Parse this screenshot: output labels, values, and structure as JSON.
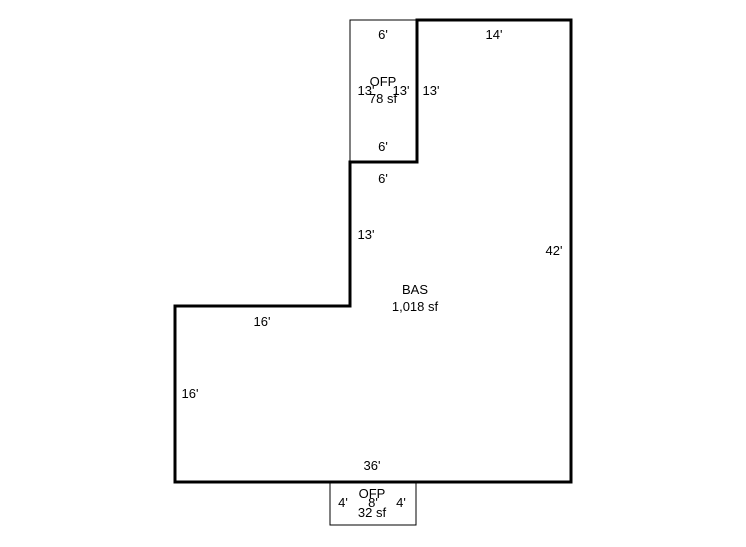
{
  "areas": [
    {
      "id": "bas",
      "code": "BAS",
      "size": "1,018 sf"
    },
    {
      "id": "ofp-top",
      "code": "OFP",
      "size": "78 sf"
    },
    {
      "id": "ofp-bottom",
      "code": "OFP",
      "size": "32 sf"
    }
  ],
  "dimensions": {
    "bas": {
      "top": "14'",
      "right": "42'",
      "bottom": "36'",
      "left": "16'",
      "step_horizontal": "16'",
      "step_vertical": "13'",
      "notch_bottom": "6'"
    },
    "ofp_top": {
      "top": "6'",
      "left": "13'",
      "right_inner": "13'",
      "right_outer": "13'",
      "bottom": "6'"
    },
    "ofp_bottom": {
      "left": "4'",
      "right": "4'",
      "top": "8'"
    }
  }
}
